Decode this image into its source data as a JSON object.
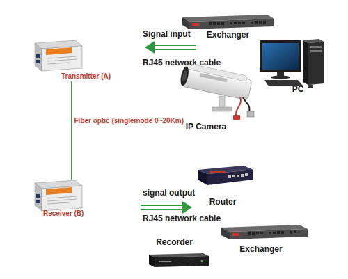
{
  "diagram": {
    "nodes": [
      {
        "text": [
          "Transmitter (A)"
        ]
      },
      {
        "text": [
          "Exchanger"
        ]
      },
      {
        "text": [
          "PC"
        ]
      },
      {
        "text": [
          "IP Camera"
        ]
      },
      {
        "text": [
          "Receiver (B)"
        ]
      },
      {
        "text": [
          "Router"
        ]
      },
      {
        "text": [
          "Recorder"
        ]
      },
      {
        "text": [
          "Exchanger"
        ]
      }
    ],
    "edges": [
      {
        "from": 0,
        "to": 4,
        "arrow": "none",
        "label": "Fiber optic (singlemode 0~20Km)"
      }
    ],
    "labels": [
      "Signal input",
      "RJ45 network cable",
      "signal output",
      "RJ45 network cable"
    ]
  }
}
